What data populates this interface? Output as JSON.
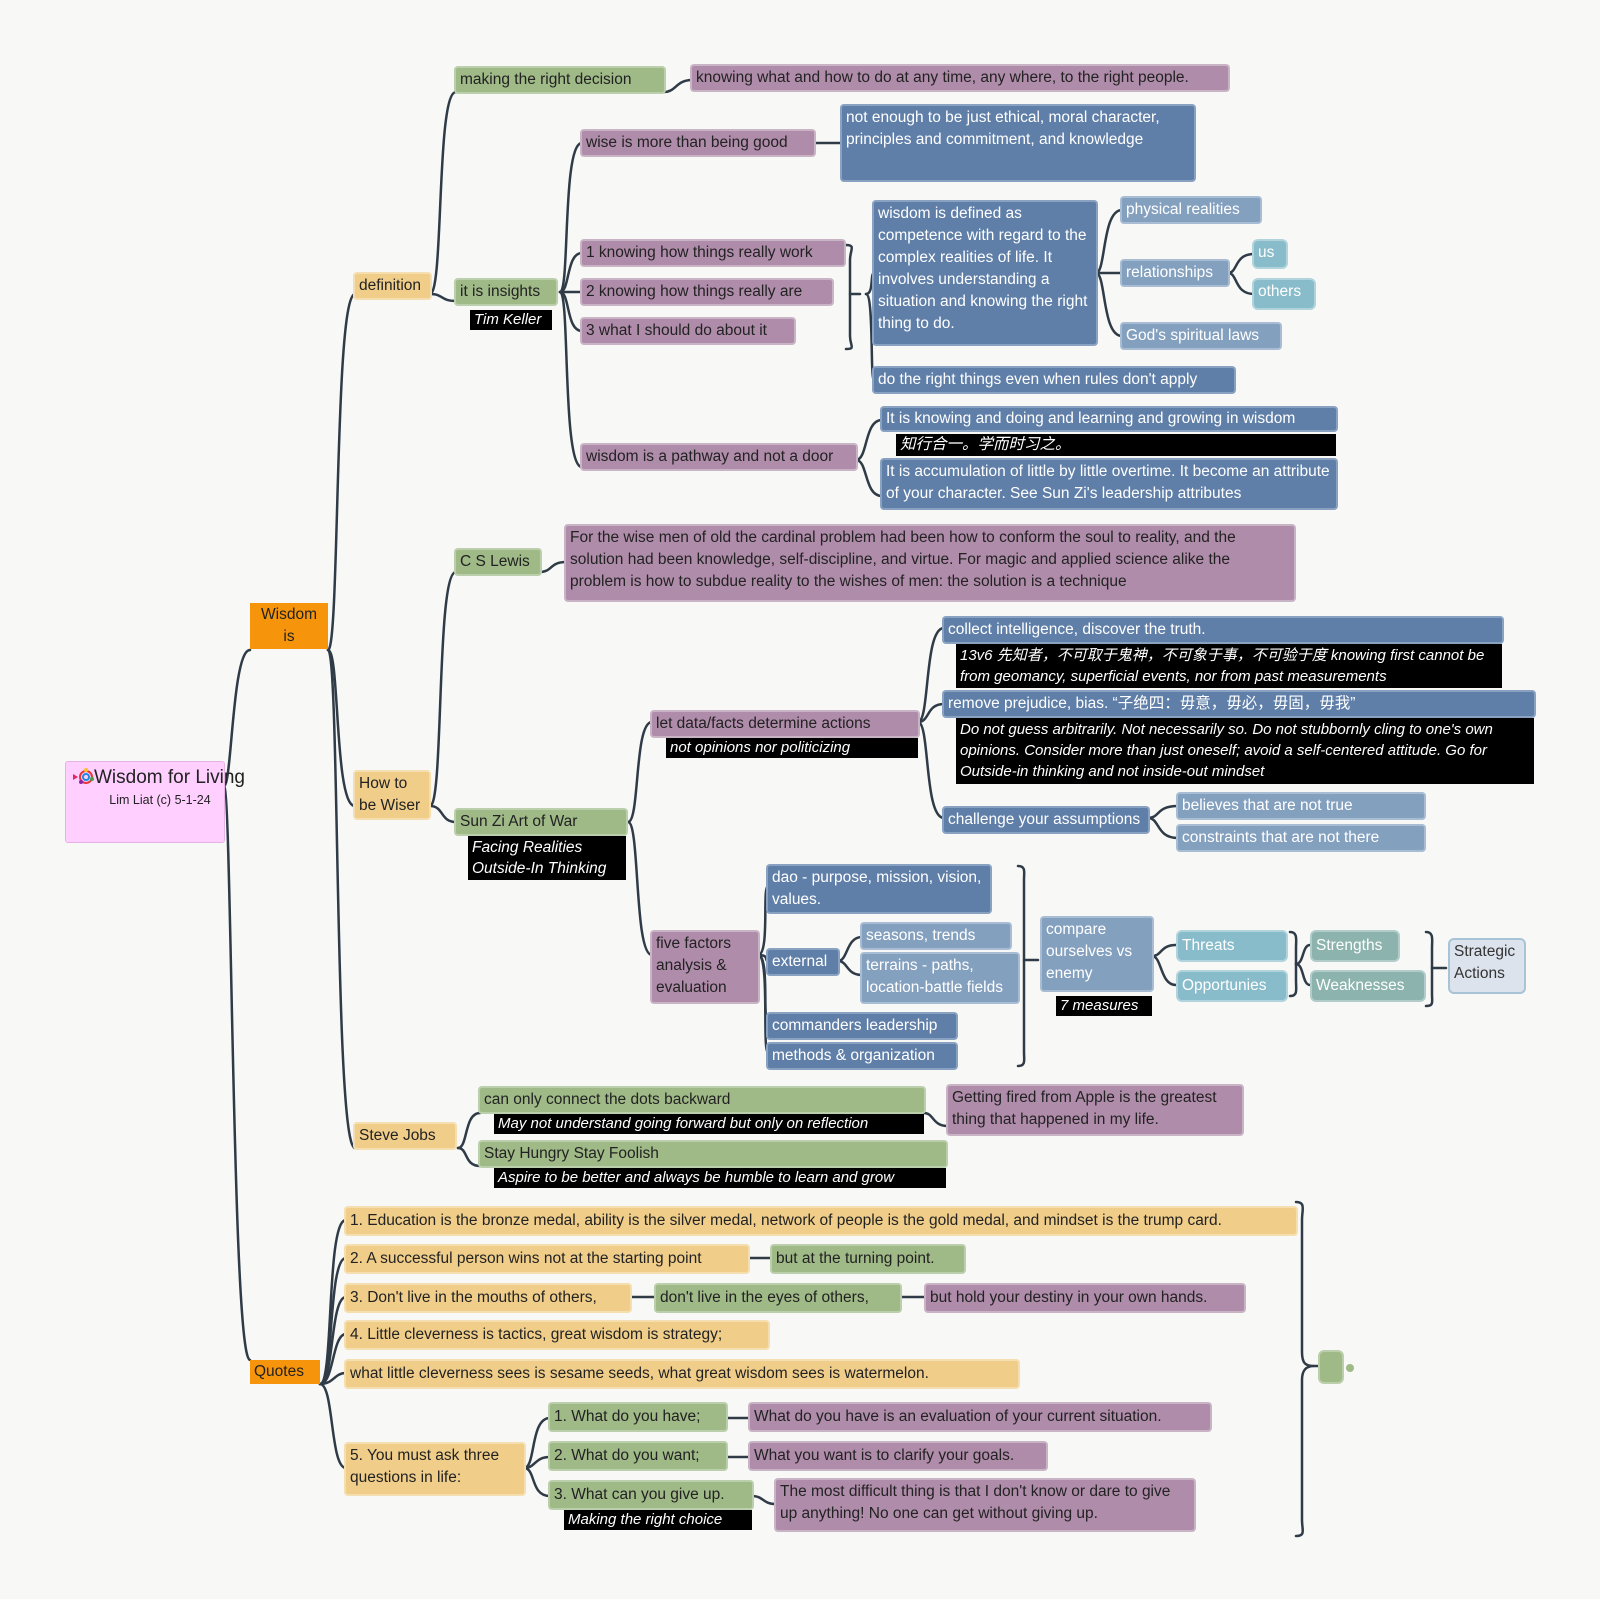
{
  "root": {
    "title": "Wisdom for Living",
    "subtitle": "Lim Liat (c) 5-1-24"
  },
  "wisdom_is": {
    "label": "Wisdom is",
    "definition": {
      "label": "definition",
      "making_right_decision": "making the right decision",
      "making_right_decision_detail": "knowing what and how to do at any time, any where, to the right people.",
      "insights": "it is insights",
      "tim_keller": "Tim Keller",
      "more_than_good": "wise is more than being good",
      "more_than_good_detail": "not enough to be just ethical, moral character, principles and commitment, and knowledge",
      "knowing_work": "1 knowing how things really work",
      "knowing_are": "2 knowing how things really are",
      "what_do": "3 what I should do about it",
      "defined_as": "wisdom is defined as competence with regard to the complex realities of life. It involves understanding a situation and knowing the right thing to do.",
      "physical": "physical realities",
      "relationships": "relationships",
      "us": "us",
      "others": "others",
      "gods_laws": "God's spiritual laws",
      "right_things": "do the right things even when rules don't apply",
      "pathway": "wisdom is a pathway and not a door",
      "pathway_1": "It is knowing and doing and learning and growing in wisdom",
      "pathway_1_note": "知行合一。学而时习之。",
      "pathway_2": "It is accumulation of little by little overtime. It become an attribute of your character. See Sun Zi's leadership attributes"
    },
    "wiser": {
      "label": "How to be Wiser",
      "cs_lewis": "C S Lewis",
      "cs_lewis_quote": "For the wise men of old the cardinal problem had been how to conform the soul to reality, and the solution had been knowledge, self-discipline, and virtue. For magic and applied science alike the problem is how to subdue reality to the wishes of men: the solution is a technique",
      "sunzi": "Sun Zi Art of War",
      "sunzi_note": "Facing Realities Outside-In Thinking",
      "data_facts": "let data/facts determine actions",
      "data_facts_note": "not opinions nor politicizing",
      "collect": "collect intelligence, discover the truth.",
      "collect_note": "13v6 先知者，不可取于鬼神，不可象于事，不可验于度 knowing first cannot be from geomancy, superficial events, nor from past measurements",
      "prejudice": "remove prejudice, bias. “子绝四：毋意，毋必，毋固，毋我”",
      "prejudice_note": "Do not guess arbitrarily. Not necessarily so. Do not stubbornly cling to one's own opinions. Consider more than just oneself; avoid a self-centered attitude. Go for Outside-in thinking and not inside-out mindset",
      "assumptions": "challenge your assumptions",
      "believes": "believes that are not true",
      "constraints": "constraints that are not there",
      "five_factors": "five factors analysis & evaluation",
      "dao": "dao - purpose, mission, vision, values.",
      "external": "external",
      "seasons": "seasons, trends",
      "terrains": "terrains - paths, location-battle fields",
      "commanders": "commanders leadership",
      "methods": "methods & organization",
      "compare": "compare ourselves vs enemy",
      "measures": "7 measures",
      "threats": "Threats",
      "opportunities": "Opportunies",
      "strengths": "Strengths",
      "weaknesses": "Weaknesses",
      "strategic": "Strategic Actions"
    },
    "jobs": {
      "label": "Steve Jobs",
      "dots": "can only connect the dots backward",
      "dots_note": "May not understand going forward but only on reflection",
      "fired": "Getting fired from Apple is the greatest thing that happened in my life.",
      "hungry": "Stay Hungry Stay Foolish",
      "hungry_note": "Aspire to be better and always be humble to learn and grow"
    }
  },
  "quotes": {
    "label": "Quotes",
    "q1": "1. Education is the bronze medal, ability is the silver medal, network of people is the gold medal, and mindset is the trump card.",
    "q2a": "2. A successful person wins not at the starting point",
    "q2b": "but at the turning point.",
    "q3a": "3. Don't live in the mouths of others,",
    "q3b": "don't live in the eyes of others,",
    "q3c": "but hold your destiny in your own hands.",
    "q4": "4. Little cleverness is tactics, great wisdom is strategy;",
    "q4b": "what little cleverness sees is sesame seeds, what great wisdom sees is watermelon.",
    "q5": "5. You must ask three questions in life:",
    "q5_1": "1. What do you have;",
    "q5_1d": "What do you have is an evaluation of your current situation.",
    "q5_2": "2. What do you want;",
    "q5_2d": "What you want is to clarify your goals.",
    "q5_3": "3. What can you give up.",
    "q5_3_note": "Making the right choice",
    "q5_3d": "The most difficult thing is that I don't know or dare to give up anything! No one can get without giving up."
  },
  "colors": {
    "wire": "#2f3b47",
    "root": "#ffd0ff",
    "main": "#f6940b"
  }
}
